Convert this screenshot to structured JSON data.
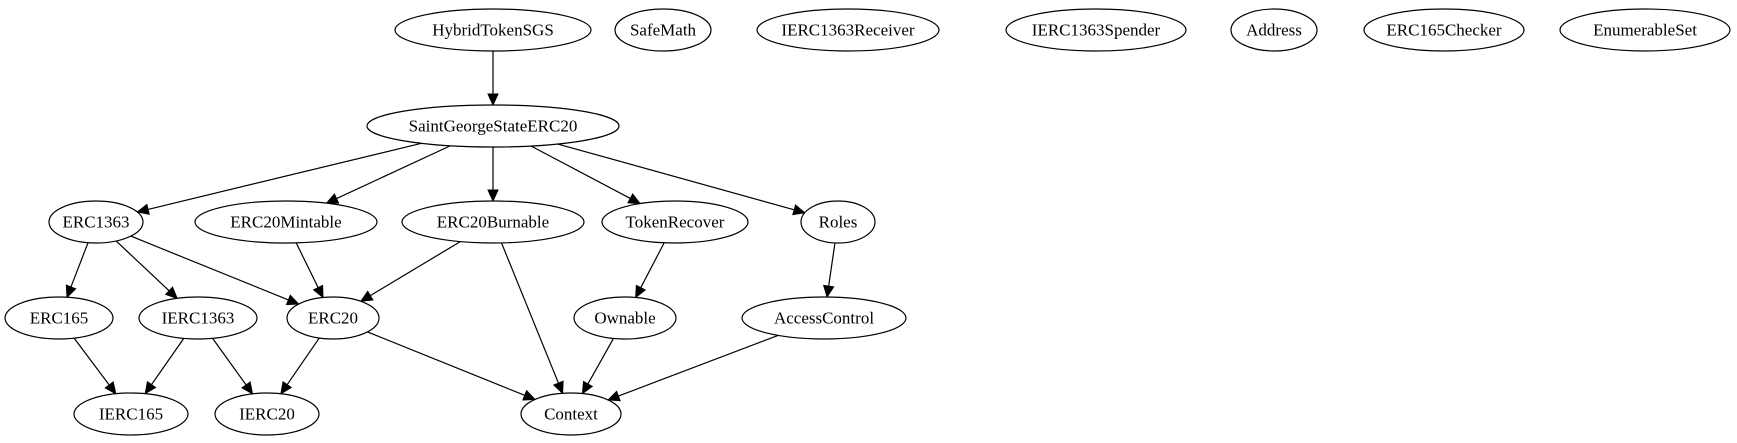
{
  "diagram": {
    "type": "directed-graph",
    "colors": {
      "stroke": "#000000",
      "fill": "#ffffff",
      "text": "#000000"
    },
    "nodes": [
      {
        "id": "HybridTokenSGS",
        "label": "HybridTokenSGS"
      },
      {
        "id": "SafeMath",
        "label": "SafeMath"
      },
      {
        "id": "IERC1363Receiver",
        "label": "IERC1363Receiver"
      },
      {
        "id": "IERC1363Spender",
        "label": "IERC1363Spender"
      },
      {
        "id": "Address",
        "label": "Address"
      },
      {
        "id": "ERC165Checker",
        "label": "ERC165Checker"
      },
      {
        "id": "EnumerableSet",
        "label": "EnumerableSet"
      },
      {
        "id": "SaintGeorgeStateERC20",
        "label": "SaintGeorgeStateERC20"
      },
      {
        "id": "ERC1363",
        "label": "ERC1363"
      },
      {
        "id": "ERC20Mintable",
        "label": "ERC20Mintable"
      },
      {
        "id": "ERC20Burnable",
        "label": "ERC20Burnable"
      },
      {
        "id": "TokenRecover",
        "label": "TokenRecover"
      },
      {
        "id": "Roles",
        "label": "Roles"
      },
      {
        "id": "ERC165",
        "label": "ERC165"
      },
      {
        "id": "IERC1363",
        "label": "IERC1363"
      },
      {
        "id": "ERC20",
        "label": "ERC20"
      },
      {
        "id": "Ownable",
        "label": "Ownable"
      },
      {
        "id": "AccessControl",
        "label": "AccessControl"
      },
      {
        "id": "IERC165",
        "label": "IERC165"
      },
      {
        "id": "IERC20",
        "label": "IERC20"
      },
      {
        "id": "Context",
        "label": "Context"
      }
    ],
    "edges": [
      {
        "from": "HybridTokenSGS",
        "to": "SaintGeorgeStateERC20"
      },
      {
        "from": "SaintGeorgeStateERC20",
        "to": "ERC1363"
      },
      {
        "from": "SaintGeorgeStateERC20",
        "to": "ERC20Mintable"
      },
      {
        "from": "SaintGeorgeStateERC20",
        "to": "ERC20Burnable"
      },
      {
        "from": "SaintGeorgeStateERC20",
        "to": "TokenRecover"
      },
      {
        "from": "SaintGeorgeStateERC20",
        "to": "Roles"
      },
      {
        "from": "ERC1363",
        "to": "ERC165"
      },
      {
        "from": "ERC1363",
        "to": "IERC1363"
      },
      {
        "from": "ERC1363",
        "to": "ERC20"
      },
      {
        "from": "ERC20Mintable",
        "to": "ERC20"
      },
      {
        "from": "ERC20Burnable",
        "to": "ERC20"
      },
      {
        "from": "ERC20Burnable",
        "to": "Context"
      },
      {
        "from": "TokenRecover",
        "to": "Ownable"
      },
      {
        "from": "Roles",
        "to": "AccessControl"
      },
      {
        "from": "ERC165",
        "to": "IERC165"
      },
      {
        "from": "IERC1363",
        "to": "IERC165"
      },
      {
        "from": "IERC1363",
        "to": "IERC20"
      },
      {
        "from": "ERC20",
        "to": "IERC20"
      },
      {
        "from": "ERC20",
        "to": "Context"
      },
      {
        "from": "Ownable",
        "to": "Context"
      },
      {
        "from": "AccessControl",
        "to": "Context"
      }
    ]
  }
}
